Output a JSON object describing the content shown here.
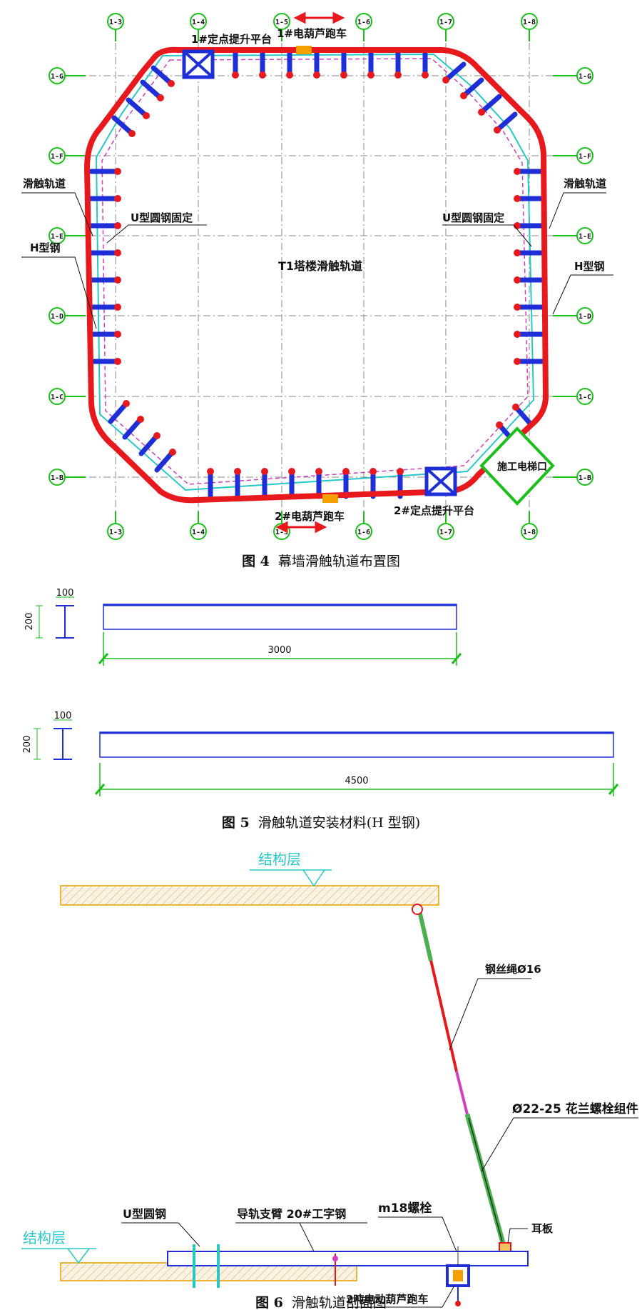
{
  "figure4": {
    "caption_num": "图 4",
    "caption_text": "幕墙滑触轨道布置图",
    "center_label": "T1塔楼滑触轨道",
    "axes_top": [
      "1-3",
      "1-4",
      "1-5",
      "1-6",
      "1-7",
      "1-8"
    ],
    "axes_bottom": [
      "1-3",
      "1-4",
      "1-5",
      "1-6",
      "1-7",
      "1-8"
    ],
    "axes_left": [
      "1-G",
      "1-F",
      "1-E",
      "1-D",
      "1-C",
      "1-B"
    ],
    "axes_right": [
      "1-G",
      "1-F",
      "1-E",
      "1-D",
      "1-C",
      "1-B"
    ],
    "label_platform1": "1#定点提升平台",
    "label_hoist1": "1#电葫芦跑车",
    "label_hoist2": "2#电葫芦跑车",
    "label_platform2": "2#定点提升平台",
    "label_rail_left": "滑触轨道",
    "label_rail_right": "滑触轨道",
    "label_ubolt_left": "U型圆钢固定",
    "label_ubolt_right": "U型圆钢固定",
    "label_hbeam_left": "H型钢",
    "label_hbeam_right": "H型钢",
    "label_elevator": "施工电梯口",
    "colors": {
      "rail": "#e8191c",
      "beam": "#1f2fd8",
      "axis": "#18c018",
      "cyan": "#28c8c8"
    }
  },
  "figure5": {
    "caption_num": "图 5",
    "caption_text": "滑触轨道安装材料(H 型钢)",
    "beam1": {
      "width_label": "100",
      "height_label": "200",
      "length_label": "3000"
    },
    "beam2": {
      "width_label": "100",
      "height_label": "200",
      "length_label": "4500"
    }
  },
  "figure6": {
    "caption_num": "图 6",
    "caption_text": "滑触轨道剖面图",
    "label_struct_top": "结构层",
    "label_struct_bottom": "结构层",
    "label_wire": "钢丝绳Ø16",
    "label_turnbuckle": "Ø22-25 花兰螺栓组件",
    "label_earplate": "耳板",
    "label_ubar": "U型圆钢",
    "label_guide": "导轨支臂 20#工字钢",
    "label_bolt": "m18螺栓",
    "label_hoist": "2吨电动葫芦跑车"
  }
}
